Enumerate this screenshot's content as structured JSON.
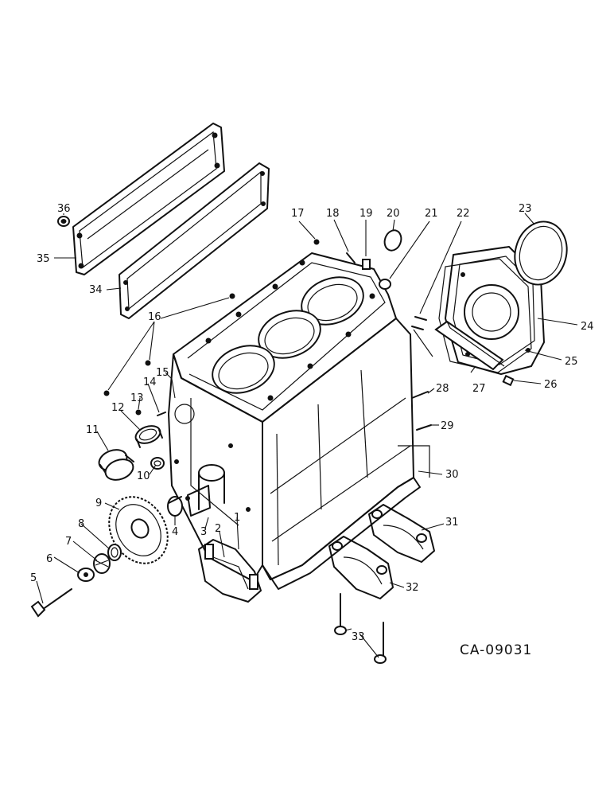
{
  "drawing_code": "CA-09031",
  "callouts": {
    "c1": "1",
    "c2": "2",
    "c3": "3",
    "c4": "4",
    "c5": "5",
    "c6": "6",
    "c7": "7",
    "c8": "8",
    "c9": "9",
    "c10": "10",
    "c11": "11",
    "c12": "12",
    "c13": "13",
    "c14": "14",
    "c15": "15",
    "c16": "16",
    "c17": "17",
    "c18": "18",
    "c19": "19",
    "c20": "20",
    "c21": "21",
    "c22": "22",
    "c23": "23",
    "c24": "24",
    "c25": "25",
    "c26": "26",
    "c27": "27",
    "c28": "28",
    "c29": "29",
    "c30": "30",
    "c31": "31",
    "c32": "32",
    "c33": "33",
    "c34": "34",
    "c35": "35",
    "c36": "36"
  }
}
